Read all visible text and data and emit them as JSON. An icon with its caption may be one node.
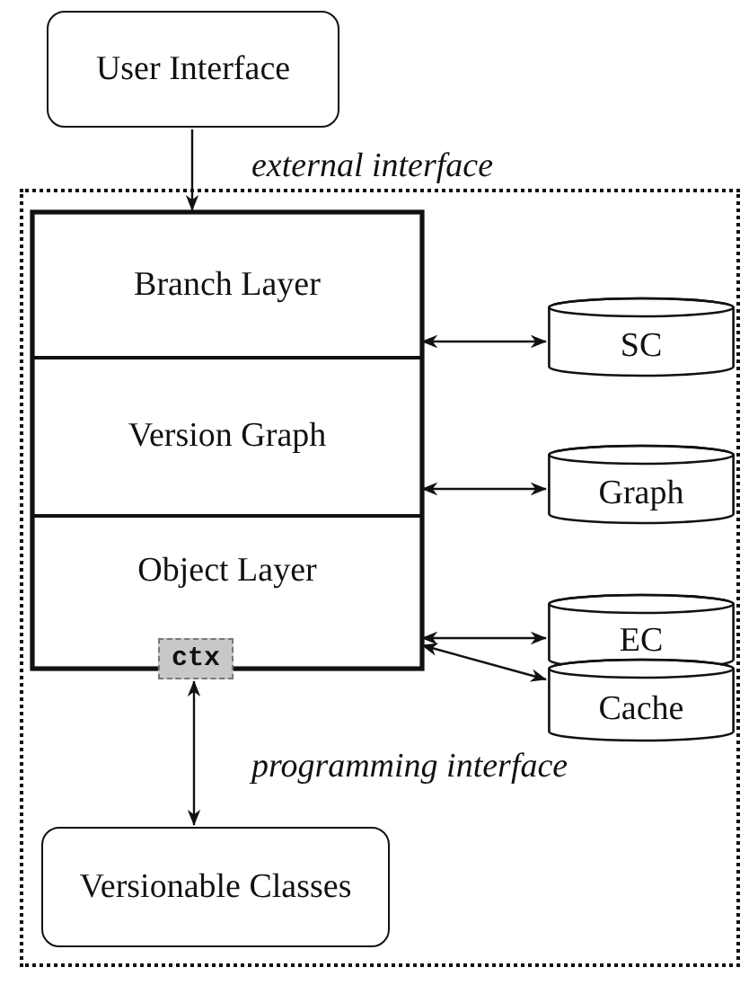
{
  "diagram": {
    "nodes": [
      {
        "text": [
          "User Interface"
        ]
      },
      {
        "text": [],
        "shape": "box"
      },
      {
        "text": [
          "Branch Layer"
        ],
        "in": 1
      },
      {
        "text": [
          "Version Graph"
        ],
        "in": 1
      },
      {
        "text": [
          "Object Layer"
        ],
        "in": 1
      },
      {
        "text": [
          "ctx"
        ],
        "in": 1
      },
      {
        "text": [
          "SC"
        ],
        "in": 1
      },
      {
        "text": [
          "Graph"
        ],
        "in": 1
      },
      {
        "text": [
          "EC"
        ],
        "in": 1
      },
      {
        "text": [
          "Cache"
        ],
        "in": 1
      },
      {
        "text": [
          "Versionable Classes"
        ],
        "in": 1
      }
    ],
    "edges": [
      {
        "from": 0,
        "to": 2,
        "arrow": "to",
        "label": "external interface"
      },
      {
        "from": 2,
        "to": 6,
        "arrow": "both"
      },
      {
        "from": 3,
        "to": 7,
        "arrow": "both"
      },
      {
        "from": 4,
        "to": 8,
        "arrow": "both"
      },
      {
        "from": 4,
        "to": 9,
        "arrow": "both"
      },
      {
        "from": 5,
        "to": 10,
        "arrow": "both",
        "label": "programming interface"
      }
    ]
  }
}
